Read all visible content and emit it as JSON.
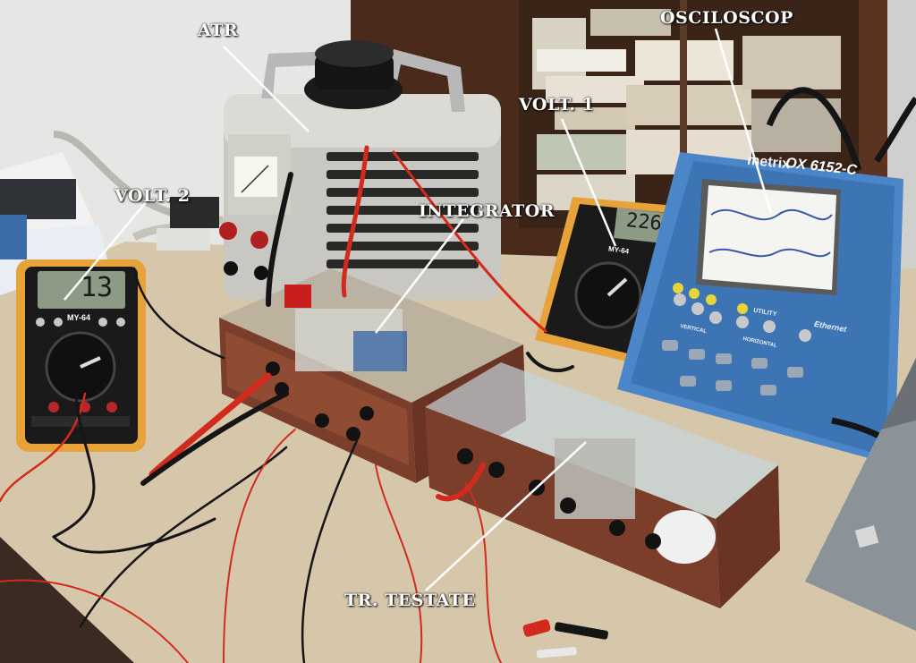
{
  "labels": {
    "atr": "ATR",
    "osciloscop": "OSCILOSCOP",
    "volt1": "VOLT. 1",
    "volt2": "VOLT. 2",
    "integrator": "INTEGRATOR",
    "tr_testate": "TR.  TESTATE"
  },
  "devices": {
    "oscilloscope_brand": "metrix",
    "oscilloscope_model": "OX 6152-C",
    "multimeter_model": "MY-64",
    "volt1_reading": "226",
    "volt2_reading": "13",
    "buttons": {
      "vertical": "VERTICAL",
      "horizontal": "HORIZONTAL",
      "utility": "UTILITY",
      "ethernet": "Ethernet"
    }
  },
  "colors": {
    "label_text": "#ffffff",
    "scope_body": "#4a86c8",
    "multimeter_casing": "#e8a23a",
    "test_lead_red": "#d32a1e",
    "acrylic_box": "#8a4a32"
  }
}
